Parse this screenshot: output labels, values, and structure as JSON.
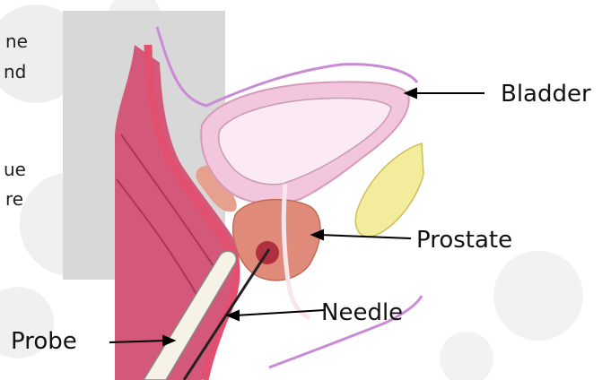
{
  "background_text": {
    "line1": "ne",
    "line2": "nd",
    "line3": "ue",
    "line4": "re"
  },
  "labels": {
    "bladder": "Bladder",
    "prostate": "Prostate",
    "needle": "Needle",
    "probe": "Probe"
  },
  "colors": {
    "bladder_fill": "#f2c6dc",
    "bladder_inner": "#fbeaf3",
    "prostate_fill": "#e08a7a",
    "rectum_wall": "#e2506f",
    "muscle_fill": "#d4587a",
    "seminal_vesicle": "#e8a08e",
    "bone": "#f3ec9c",
    "probe": "#f6f3e6",
    "needle": "#222222",
    "gray_panel": "#d8d8d8"
  }
}
